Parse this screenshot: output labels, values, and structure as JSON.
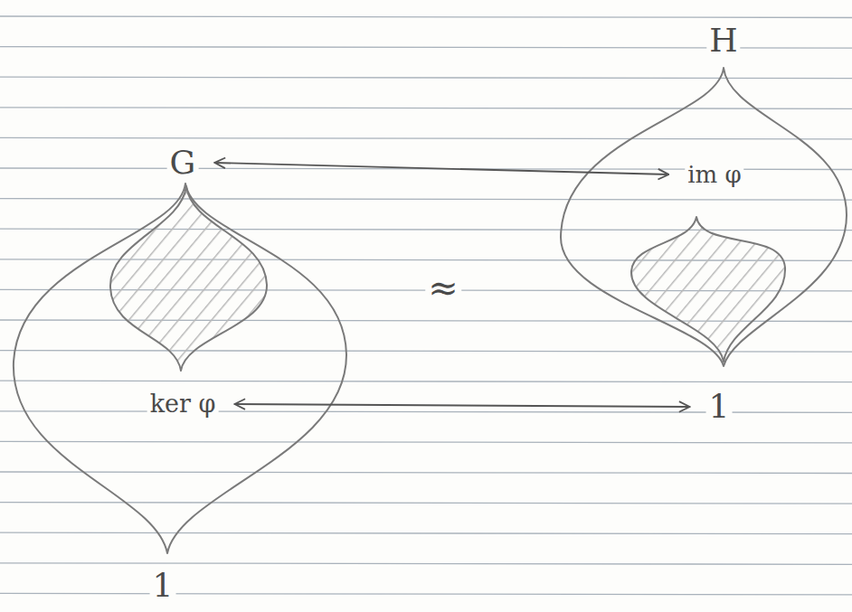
{
  "diagram": {
    "nodes": [
      {
        "text": [
          "G"
        ]
      },
      {
        "text": [
          "ker φ"
        ]
      },
      {
        "text": [
          "1"
        ]
      },
      {
        "text": [
          "H"
        ]
      },
      {
        "text": [
          "im φ"
        ]
      },
      {
        "text": [
          "1"
        ]
      }
    ],
    "edges": [
      {
        "from": 0,
        "to": 4,
        "arrow": "both"
      },
      {
        "from": 1,
        "to": 5,
        "arrow": "both"
      }
    ],
    "labels": [
      "≈"
    ]
  }
}
